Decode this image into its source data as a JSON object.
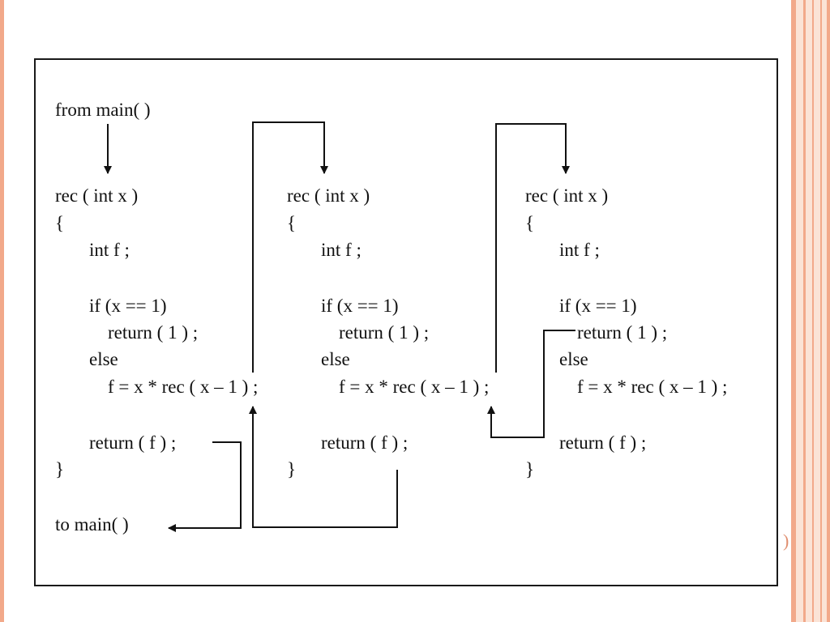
{
  "labels": {
    "from_main": "from main( )",
    "to_main": "to main( )"
  },
  "frames": [
    {
      "signature": "rec ( int x )",
      "open_brace": "{",
      "decl": "int f ;",
      "if_line": "if (x == 1)",
      "return_one": "return ( 1 ) ;",
      "else_line": "else",
      "recursive_line": "f = x * rec ( x – 1 ) ;",
      "return_f": "return ( f ) ;",
      "close_brace": "}"
    },
    {
      "signature": "rec ( int x )",
      "open_brace": "{",
      "decl": "int f ;",
      "if_line": "if (x == 1)",
      "return_one": "return ( 1 ) ;",
      "else_line": "else",
      "recursive_line": "f = x * rec ( x – 1 ) ;",
      "return_f": "return ( f ) ;",
      "close_brace": "}"
    },
    {
      "signature": "rec ( int x )",
      "open_brace": "{",
      "decl": "int f ;",
      "if_line": "if (x == 1)",
      "return_one": "return ( 1 ) ;",
      "else_line": "else",
      "recursive_line": "f = x * rec ( x – 1 ) ;",
      "return_f": "return ( f ) ;",
      "close_brace": "}"
    }
  ],
  "slide": {
    "side_mark": ")"
  },
  "colors": {
    "accent": "#f2a98a",
    "accent_light": "#fbe3d6",
    "line": "#111111"
  }
}
